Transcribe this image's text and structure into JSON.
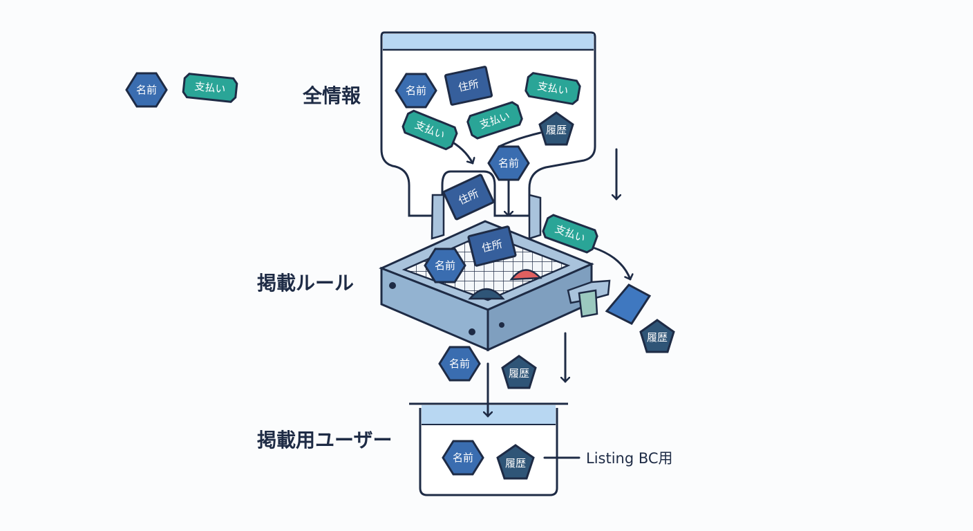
{
  "labels": {
    "all_info": "全情報",
    "listing_rule": "掲載ルール",
    "listing_user": "掲載用ユーザー",
    "listing_bc": "Listing BC用"
  },
  "tokens": {
    "name": "名前",
    "payment": "支払い",
    "address": "住所",
    "history": "履歴"
  },
  "colors": {
    "outline": "#1e2b45",
    "name_blue": "#3a6db0",
    "payment_teal": "#2aa597",
    "address_blue": "#365f9c",
    "history_slate": "#2f5577",
    "sieve_body": "#a9c3dc",
    "hopper_band": "#b8d7f2",
    "rejected_red": "#e06060"
  }
}
